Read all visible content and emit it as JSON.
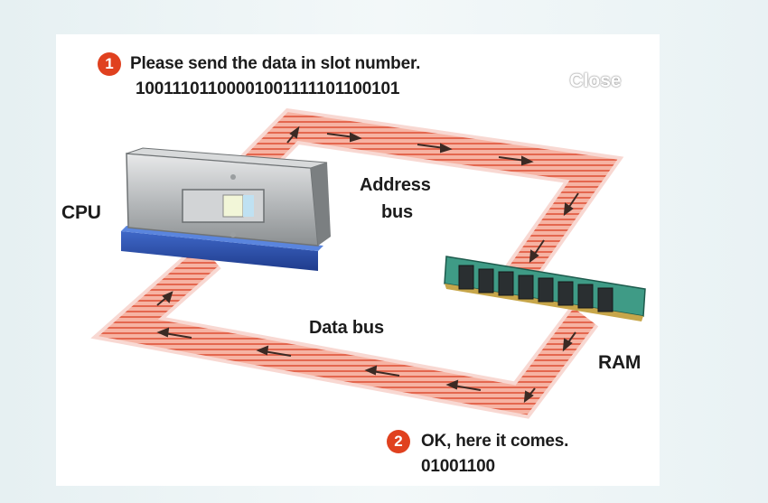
{
  "step1": {
    "number": "1",
    "text": "Please send the data in slot number.",
    "address": "10011101100001001111101100101"
  },
  "step2": {
    "number": "2",
    "text": "OK, here it comes.",
    "data": "01001100"
  },
  "labels": {
    "cpu": "CPU",
    "ram": "RAM",
    "address_bus_line1": "Address",
    "address_bus_line2": "bus",
    "data_bus": "Data bus"
  },
  "close_label": "Close",
  "colors": {
    "bus_fill": "#f4a593",
    "bus_stripe": "#e4644c",
    "badge": "#e0411f",
    "ram_board": "#3f9b86"
  }
}
